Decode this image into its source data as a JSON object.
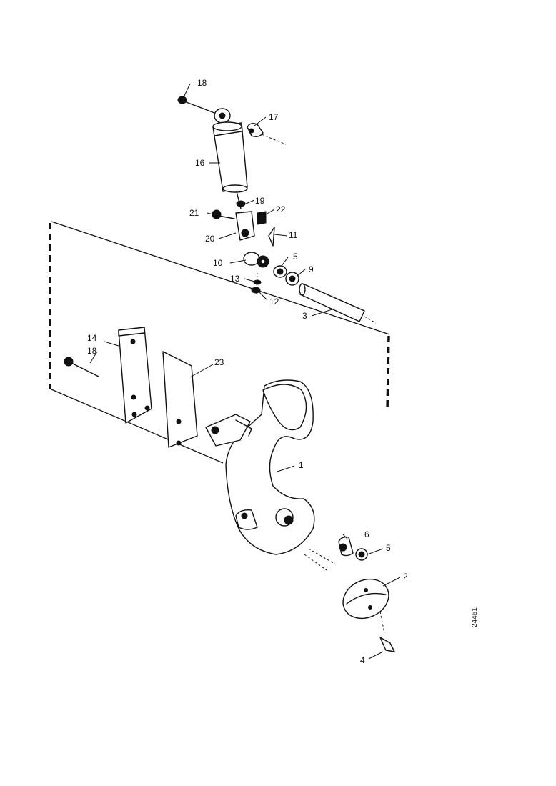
{
  "diagram": {
    "reference_code": "24461",
    "callouts": [
      {
        "id": "c18a",
        "label": "18"
      },
      {
        "id": "c17",
        "label": "17"
      },
      {
        "id": "c16",
        "label": "16"
      },
      {
        "id": "c19",
        "label": "19"
      },
      {
        "id": "c21",
        "label": "21"
      },
      {
        "id": "c22",
        "label": "22"
      },
      {
        "id": "c20",
        "label": "20"
      },
      {
        "id": "c11",
        "label": "11"
      },
      {
        "id": "c10",
        "label": "10"
      },
      {
        "id": "c5a",
        "label": "5"
      },
      {
        "id": "c9",
        "label": "9"
      },
      {
        "id": "c13",
        "label": "13"
      },
      {
        "id": "c12",
        "label": "12"
      },
      {
        "id": "c3",
        "label": "3"
      },
      {
        "id": "c14",
        "label": "14"
      },
      {
        "id": "c18b",
        "label": "18"
      },
      {
        "id": "c23",
        "label": "23"
      },
      {
        "id": "c1",
        "label": "1"
      },
      {
        "id": "c6",
        "label": "6"
      },
      {
        "id": "c5b",
        "label": "5"
      },
      {
        "id": "c2",
        "label": "2"
      },
      {
        "id": "c4",
        "label": "4"
      }
    ]
  }
}
